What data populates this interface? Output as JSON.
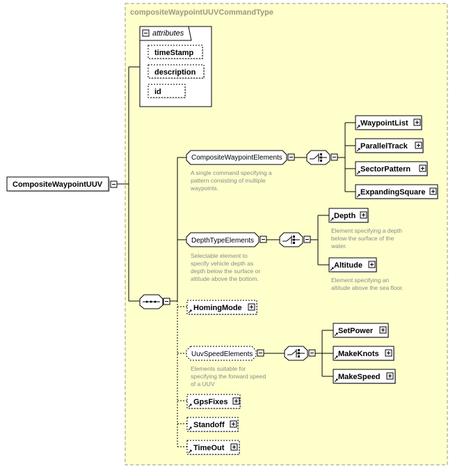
{
  "type_name": "compositeWaypointUUVCommandType",
  "root": {
    "label": "CompositeWaypointUUV"
  },
  "attributes": {
    "title": "attributes",
    "items": [
      "timeStamp",
      "description",
      "id"
    ]
  },
  "composite_waypoint_elements": {
    "label": "CompositeWaypointElements",
    "doc": [
      "A single command specifying a",
      "pattern consisting of multiple",
      "waypoints."
    ],
    "children": [
      "WaypointList",
      "ParallelTrack",
      "SectorPattern",
      "ExpandingSquare"
    ]
  },
  "depth_type_elements": {
    "label": "DepthTypeElements",
    "doc": [
      "Selectable element to",
      "specify vehicle depth as",
      "depth below the surface or",
      "altitude above the bottom."
    ],
    "depth": {
      "label": "Depth",
      "doc": [
        "Element specifying a depth",
        "below the surface of the",
        "water."
      ]
    },
    "altitude": {
      "label": "Altitude",
      "doc": [
        "Element specifying an",
        "altitude above the sea floor."
      ]
    }
  },
  "homing_mode": {
    "label": "HomingMode"
  },
  "uuv_speed_elements": {
    "label": "UuvSpeedElements",
    "doc": [
      "Elements suitable for",
      "specifying the forward speed",
      "of a UUV"
    ],
    "children": [
      "SetPower",
      "MakeKnots",
      "MakeSpeed"
    ]
  },
  "gps_fixes": {
    "label": "GpsFixes"
  },
  "standoff": {
    "label": "Standoff"
  },
  "time_out": {
    "label": "TimeOut"
  },
  "colors": {
    "type_box_fill": "#ffffcc",
    "type_box_border": "#9a9a80",
    "doc_text": "#8a8a8a",
    "element_fill": "#ffffff",
    "shadow": "#bdbdbd"
  }
}
